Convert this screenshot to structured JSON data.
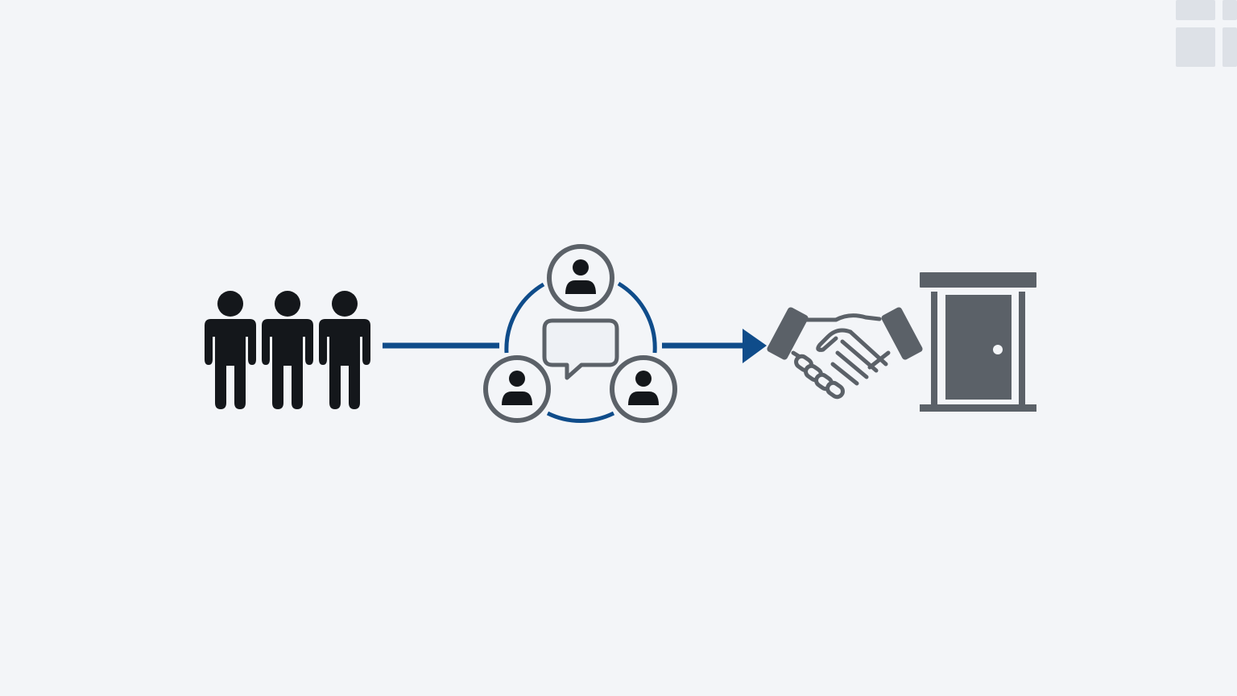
{
  "colors": {
    "background": "#f3f5f8",
    "people": "#14171b",
    "icon_gray": "#5b6168",
    "connector_blue": "#0f4c8a",
    "tile": "#dde1e7",
    "bubble_fill": "#eef1f5"
  },
  "diagram": {
    "nodes": [
      {
        "id": "group",
        "icon": "three-people-icon"
      },
      {
        "id": "discussion",
        "icon": "discussion-circle-icon"
      },
      {
        "id": "agreement",
        "icon": "handshake-icon"
      },
      {
        "id": "exit",
        "icon": "door-icon"
      }
    ],
    "edges": [
      {
        "from": "group",
        "to": "discussion",
        "style": "line"
      },
      {
        "from": "discussion",
        "to": "agreement",
        "style": "arrow"
      }
    ]
  }
}
